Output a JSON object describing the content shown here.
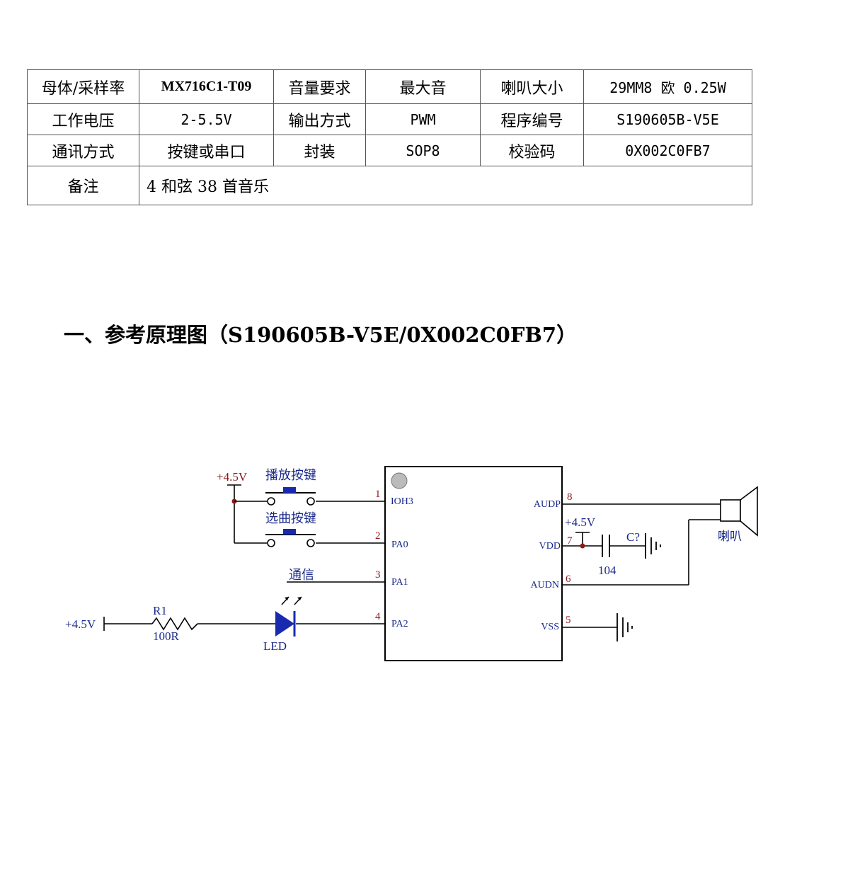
{
  "spec_table": {
    "rows": [
      [
        "母体/采样率",
        "MX716C1-T09",
        "音量要求",
        "最大音",
        "喇叭大小",
        "29MM8 欧 0.25W"
      ],
      [
        "工作电压",
        "2-5.5V",
        "输出方式",
        "PWM",
        "程序编号",
        "S190605B-V5E"
      ],
      [
        "通讯方式",
        "按键或串口",
        "封装",
        "SOP8",
        "校验码",
        "0X002C0FB7"
      ]
    ],
    "note_label": "备注",
    "note_value": "4 和弦 38 首音乐"
  },
  "section_heading": "一、参考原理图（S190605B-V5E/0X002C0FB7）",
  "schematic": {
    "supply_top": "+4.5V",
    "play_key": "播放按键",
    "select_key": "选曲按键",
    "comm": "通信",
    "supply_left": "+4.5V",
    "resistor_ref": "R1",
    "resistor_value": "100R",
    "led_label": "LED",
    "pins_left": [
      {
        "num": "1",
        "name": "IOH3"
      },
      {
        "num": "2",
        "name": "PA0"
      },
      {
        "num": "3",
        "name": "PA1"
      },
      {
        "num": "4",
        "name": "PA2"
      }
    ],
    "pins_right": [
      {
        "num": "8",
        "name": "AUDP"
      },
      {
        "num": "7",
        "name": "VDD"
      },
      {
        "num": "6",
        "name": "AUDN"
      },
      {
        "num": "5",
        "name": "VSS"
      }
    ],
    "vdd_supply": "+4.5V",
    "cap_ref": "C?",
    "cap_value": "104",
    "speaker_label": "喇叭",
    "colors": {
      "led": "#1a2ab0",
      "labels": "#8b1a1a",
      "pin_text": "#1a2a8b"
    }
  }
}
